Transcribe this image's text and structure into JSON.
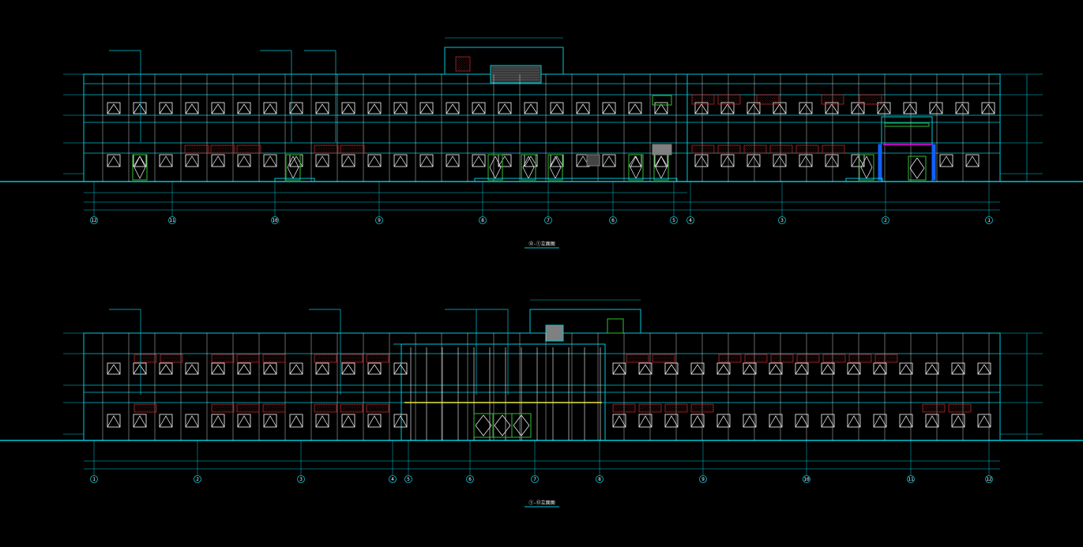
{
  "drawing": {
    "background": "#000000",
    "colors": {
      "outline": "#00c8d8",
      "window": "#ffffff",
      "hatch": "#c03030",
      "door": "#30c030",
      "dim": "#00c8d8",
      "accent_blue": "#1060ff",
      "accent_magenta": "#ff00ff",
      "accent_yellow": "#e8e840",
      "grey": "#808080"
    }
  },
  "elevation_top": {
    "title": "⑫-①立面图",
    "axes": [
      "12",
      "11",
      "10",
      "9",
      "8",
      "7",
      "6",
      "5",
      "4",
      "3",
      "2",
      "1"
    ]
  },
  "elevation_bottom": {
    "title": "①-⑫立面图",
    "axes": [
      "1",
      "2",
      "3",
      "4",
      "5",
      "6",
      "7",
      "8",
      "9",
      "10",
      "11",
      "12"
    ]
  }
}
